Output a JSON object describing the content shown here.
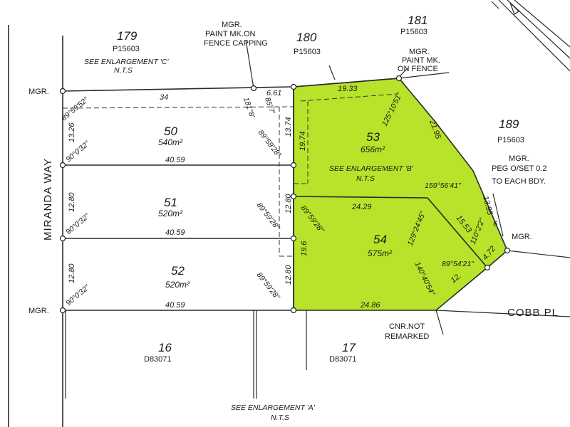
{
  "colors": {
    "highlight": "#b7e32a",
    "ink": "#1a1a1a"
  },
  "road": {
    "name": "MIRANDA WAY",
    "cobb": "COBB PL"
  },
  "neighbors": {
    "l179": {
      "num": "179",
      "plan": "P15603"
    },
    "l180": {
      "num": "180",
      "plan": "P15603"
    },
    "l181": {
      "num": "181",
      "plan": "P15603"
    },
    "l189": {
      "num": "189",
      "plan": "P15603"
    },
    "l16": {
      "num": "16",
      "plan": "D83071"
    },
    "l17": {
      "num": "17",
      "plan": "D83071"
    }
  },
  "lots": {
    "l50": {
      "num": "50",
      "area": "540m²"
    },
    "l51": {
      "num": "51",
      "area": "520m²"
    },
    "l52": {
      "num": "52",
      "area": "520m²"
    },
    "l53": {
      "num": "53",
      "area": "656m²"
    },
    "l54": {
      "num": "54",
      "area": "575m²"
    }
  },
  "notes": {
    "mgr": "MGR.",
    "mk_fence_capping": [
      "MGR.",
      "PAINT MK.ON",
      "FENCE CAPPING"
    ],
    "mk_fence": [
      "MGR.",
      "PAINT MK.",
      "ON FENCE"
    ],
    "peg": [
      "MGR.",
      "PEG O/SET 0.2",
      "TO EACH BDY."
    ],
    "cnr": [
      "CNR.NOT",
      "REMARKED"
    ],
    "enl_c": "SEE ENLARGEMENT 'C'",
    "enl_b": "SEE ENLARGEMENT 'B'",
    "enl_a": "SEE ENLARGEMENT 'A'",
    "nts": "N.T.S"
  },
  "dims": {
    "d34": "34",
    "d661": "6.61",
    "d1933": "19.33",
    "d1326": "13.26",
    "d1280a": "12.80",
    "d1280b": "12.80",
    "d1280c": "12.80",
    "d1280d": "12.80",
    "d1374": "13.74",
    "d1974": "19.74",
    "d196": "19.6",
    "d4059a": "40.59",
    "d4059b": "40.59",
    "d4059c": "40.59",
    "d2429": "24.29",
    "d2486": "24.86",
    "d2195": "21.95",
    "d1395": "13.95",
    "d1553": "15.53",
    "d472": "4.72",
    "d12": "12.",
    "d6": "6"
  },
  "angles": {
    "a1": "89°59'52\"",
    "a2": "90°0'32\"",
    "a3": "90°0'32\"",
    "a4": "90°0'32\"",
    "a5": "181°8'",
    "a6": "85°7'",
    "a7": "89°59'28\"",
    "a8": "89°59'28\"",
    "a9": "89°59'28\"",
    "a10": "89°59'28\"",
    "a11": "125°10'51\"",
    "a12": "159°56'41\"",
    "a13": "129°24'45\"",
    "a14": "110°2'2\"",
    "a15": "89°54'21\"",
    "a16": "140°40'54\""
  }
}
